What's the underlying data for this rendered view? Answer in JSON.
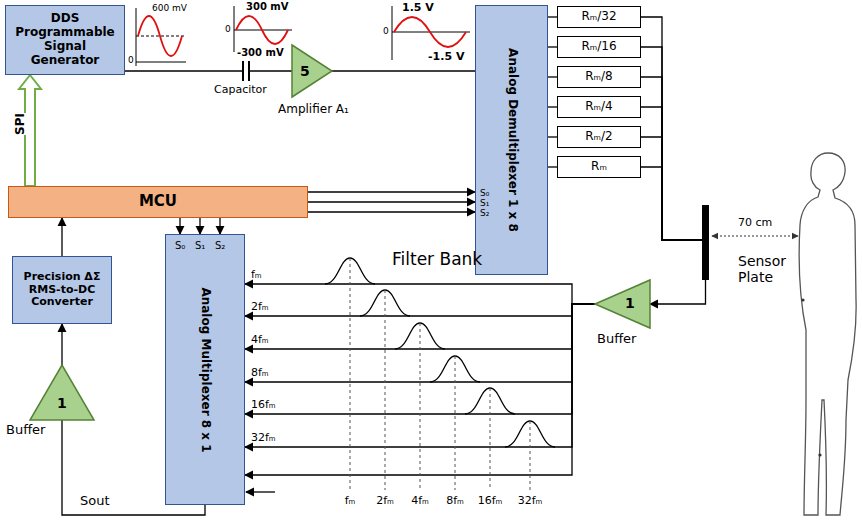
{
  "diagram": {
    "nodes": [
      {
        "text": [
          "DDS Programmable Signal Generator"
        ]
      },
      {
        "text": [
          "MCU"
        ]
      },
      {
        "text": [
          "5",
          "Amplifier A₁"
        ]
      },
      {
        "text": [
          "Analog Demultiplexer 1 x 8",
          "S₀",
          "S₁",
          "S₂"
        ]
      },
      {
        "text": [
          "Rₘ/32"
        ]
      },
      {
        "text": [
          "Rₘ/16"
        ]
      },
      {
        "text": [
          "Rₘ/8"
        ]
      },
      {
        "text": [
          "Rₘ/4"
        ]
      },
      {
        "text": [
          "Rₘ/2"
        ]
      },
      {
        "text": [
          "Rₘ"
        ]
      },
      {
        "text": [
          "Sensor Plate"
        ]
      },
      {
        "text": [
          "1",
          "Buffer"
        ]
      },
      {
        "text": [
          "Analog Multiplexer 8 x 1",
          "S₀",
          "S₁",
          "S₂"
        ]
      },
      {
        "text": [
          "Precision ΔΣ RMS-to-DC Converter"
        ]
      },
      {
        "text": [
          "1",
          "Buffer"
        ]
      }
    ],
    "edges": [
      {
        "from": 0,
        "to": 2,
        "arrow": "none"
      },
      {
        "from": 2,
        "to": 3,
        "arrow": "none"
      },
      {
        "from": 1,
        "to": 0,
        "arrow": "to",
        "label": "SPI"
      },
      {
        "from": 1,
        "to": 3,
        "arrow": "to"
      },
      {
        "from": 1,
        "to": 3,
        "arrow": "to"
      },
      {
        "from": 1,
        "to": 3,
        "arrow": "to"
      },
      {
        "from": 3,
        "to": 4,
        "arrow": "none"
      },
      {
        "from": 3,
        "to": 5,
        "arrow": "none"
      },
      {
        "from": 3,
        "to": 6,
        "arrow": "none"
      },
      {
        "from": 3,
        "to": 7,
        "arrow": "none"
      },
      {
        "from": 3,
        "to": 8,
        "arrow": "none"
      },
      {
        "from": 3,
        "to": 9,
        "arrow": "none"
      },
      {
        "from": 4,
        "to": 10,
        "arrow": "none"
      },
      {
        "from": 5,
        "to": 10,
        "arrow": "none"
      },
      {
        "from": 6,
        "to": 10,
        "arrow": "none"
      },
      {
        "from": 7,
        "to": 10,
        "arrow": "none"
      },
      {
        "from": 8,
        "to": 10,
        "arrow": "none"
      },
      {
        "from": 9,
        "to": 10,
        "arrow": "none"
      },
      {
        "from": 10,
        "to": 11,
        "arrow": "to"
      },
      {
        "from": 11,
        "to": 12,
        "arrow": "to"
      },
      {
        "from": 11,
        "to": 12,
        "arrow": "to"
      },
      {
        "from": 11,
        "to": 12,
        "arrow": "to"
      },
      {
        "from": 11,
        "to": 12,
        "arrow": "to"
      },
      {
        "from": 11,
        "to": 12,
        "arrow": "to"
      },
      {
        "from": 11,
        "to": 12,
        "arrow": "to"
      },
      {
        "from": 11,
        "to": 12,
        "arrow": "to"
      },
      {
        "from": 12,
        "to": 14,
        "arrow": "none"
      },
      {
        "from": 14,
        "to": 13,
        "arrow": "to"
      },
      {
        "from": 13,
        "to": 1,
        "arrow": "to"
      },
      {
        "from": 1,
        "to": 12,
        "arrow": "to"
      },
      {
        "from": 1,
        "to": 12,
        "arrow": "to"
      },
      {
        "from": 1,
        "to": 12,
        "arrow": "to"
      }
    ],
    "labels": [
      "600 mV",
      "0",
      "300 mV",
      "-300 mV",
      "0",
      "1.5 V",
      "-1.5 V",
      "0",
      "Capacitor",
      "70 cm",
      "Filter Bank",
      "fₘ",
      "2fₘ",
      "4fₘ",
      "8fₘ",
      "16fₘ",
      "32fₘ",
      "fₘ",
      "2fₘ",
      "4fₘ",
      "8fₘ",
      "16fₘ",
      "32fₘ",
      "Sout"
    ]
  }
}
